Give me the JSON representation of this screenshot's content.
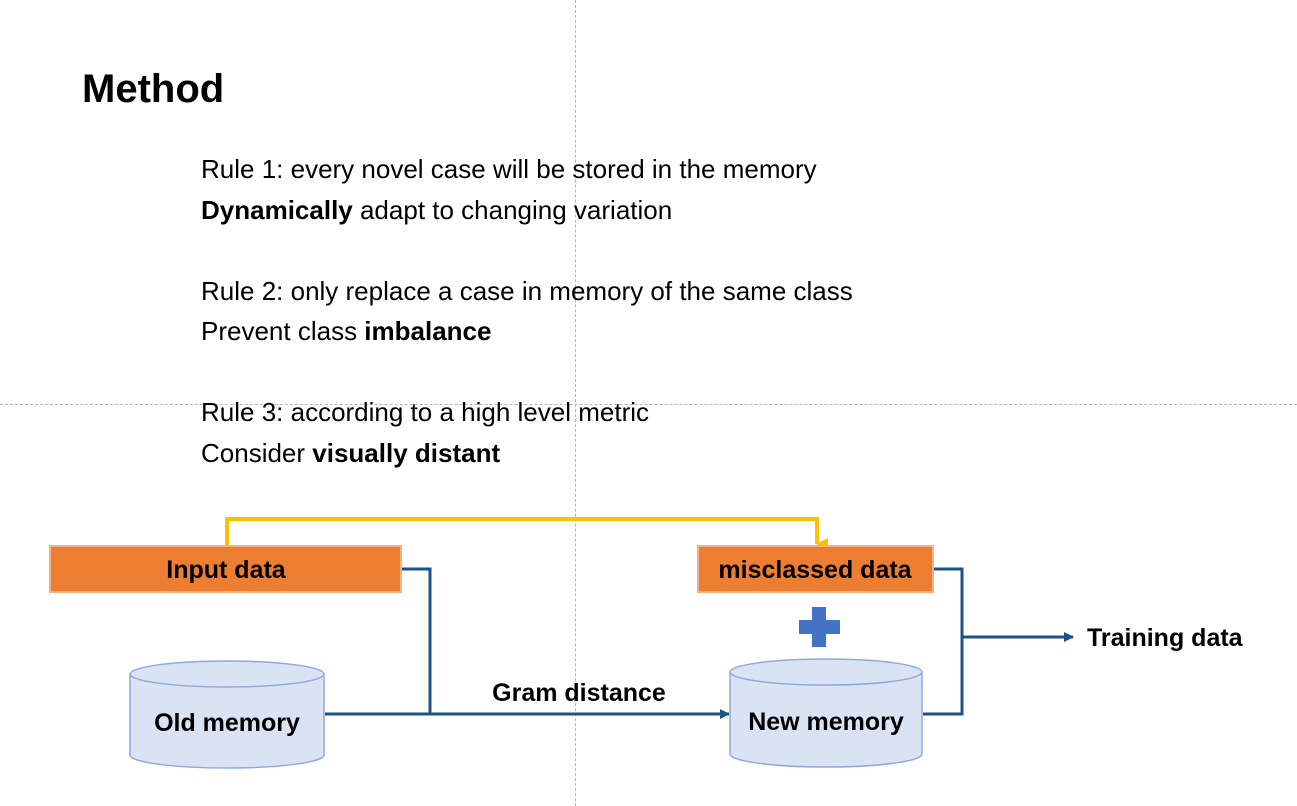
{
  "title": "Method",
  "rules": [
    {
      "line1": "Rule 1: every novel case will be stored in the memory",
      "line2_bold": "Dynamically",
      "line2_rest": " adapt to changing variation"
    },
    {
      "line1": "Rule 2: only replace a case in memory of the same class",
      "line2_pre": "Prevent class ",
      "line2_bold": "imbalance"
    },
    {
      "line1": "Rule 3: according to a high level metric",
      "line2_pre": "Consider ",
      "line2_bold": "visually distant"
    }
  ],
  "diagram": {
    "input_data": "Input data",
    "misclassed_data": "misclassed data",
    "old_memory": "Old memory",
    "new_memory": "New memory",
    "gram_distance": "Gram distance",
    "training_data": "Training data",
    "colors": {
      "orange_box": "#ED7D31",
      "orange_border": "#F4B183",
      "cylinder_fill": "#DAE3F3",
      "cylinder_stroke": "#8FAADC",
      "blue_arrow": "#1F5189",
      "yellow_arrow": "#FFC000",
      "plus": "#4472C4"
    }
  }
}
